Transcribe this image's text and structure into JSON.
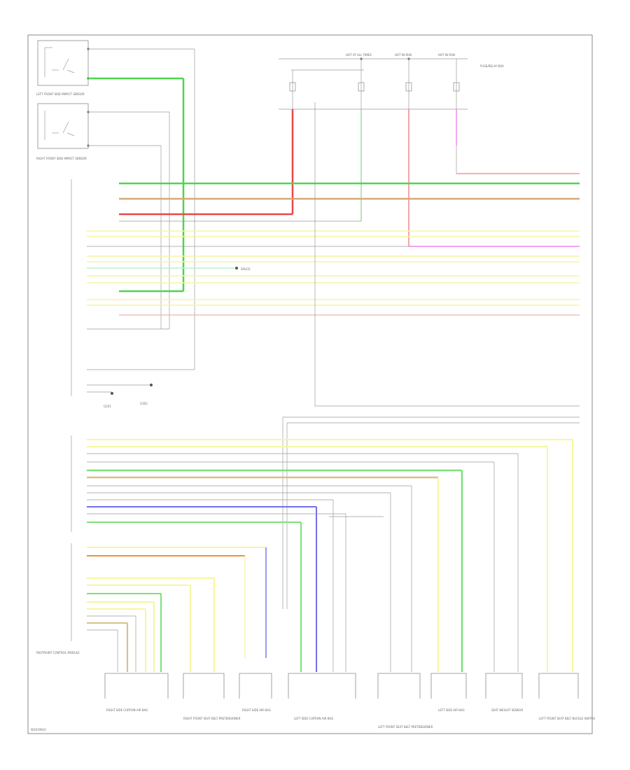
{
  "diagram": {
    "code": "W2019910",
    "colors": {
      "frame": "#8a8a8a",
      "grn": "#4cd64c",
      "red": "#e84848",
      "ltgrn": "#8de08d",
      "yel": "#f2f27a",
      "orange": "#f0903c",
      "blue": "#7070e8",
      "pink": "#f080f0",
      "tan": "#d8c08a",
      "gray": "#c8c8c8"
    },
    "fuse_labels": [
      "HOT AT ALL TIMES",
      "HOT IN RUN",
      "HOT IN RUN",
      "FUSE/RELAY BOX"
    ],
    "sensor_labels": [
      "LEFT FRONT SIDE IMPACT SENSOR",
      "RIGHT FRONT SIDE IMPACT SENSOR"
    ],
    "ground_labels": [
      "G201",
      "G302"
    ],
    "splice_label": "SPLICE",
    "module_label": "RESTRAINT CONTROL MODULE",
    "components": [
      "RIGHT SIDE CURTAIN AIR BAG",
      "RIGHT FRONT SEAT BELT PRETENSIONER",
      "RIGHT SIDE AIR BAG",
      "LEFT SIDE CURTAIN AIR BAG",
      "LEFT FRONT SEAT BELT PRETENSIONER",
      "LEFT SIDE AIR BAG",
      "SEAT WEIGHT SENSOR",
      "LEFT FRONT SEAT BELT BUCKLE SWITCH"
    ]
  }
}
